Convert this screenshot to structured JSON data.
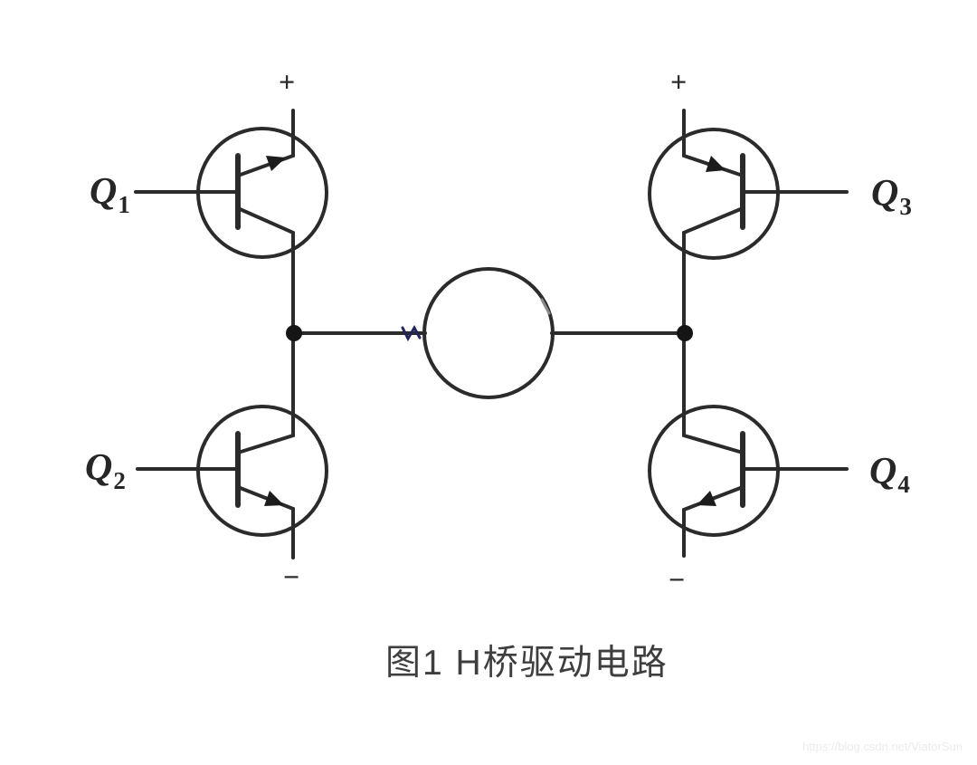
{
  "figure": {
    "caption": "图1 H桥驱动电路",
    "watermark": "https://blog.csdn.net/ViatorSun"
  },
  "labels": {
    "q1": {
      "sym": "Q",
      "sub": "1"
    },
    "q2": {
      "sym": "Q",
      "sub": "2"
    },
    "q3": {
      "sym": "Q",
      "sub": "3"
    },
    "q4": {
      "sym": "Q",
      "sub": "4"
    }
  },
  "terminals": {
    "top_left": "+",
    "top_right": "+",
    "bottom_left": "−",
    "bottom_right": "−"
  },
  "components": {
    "transistors": [
      {
        "label": "Q1",
        "position": "top-left",
        "emitter_arrow": "on upper lead"
      },
      {
        "label": "Q2",
        "position": "bottom-left",
        "emitter_arrow": "on lower lead"
      },
      {
        "label": "Q3",
        "position": "top-right",
        "emitter_arrow": "on upper lead"
      },
      {
        "label": "Q4",
        "position": "bottom-right",
        "emitter_arrow": "on lower lead"
      }
    ],
    "motor": {
      "symbol": "circle",
      "position": "center between left and right junctions"
    },
    "junctions": [
      "left node dot",
      "right node dot"
    ]
  },
  "colors": {
    "line": "#2b2b2b",
    "node_fill": "#151515",
    "artifact_blue": "#23235e",
    "caption_text": "#3e3e3e",
    "watermark_text": "#ebebeb",
    "background": "#ffffff"
  }
}
